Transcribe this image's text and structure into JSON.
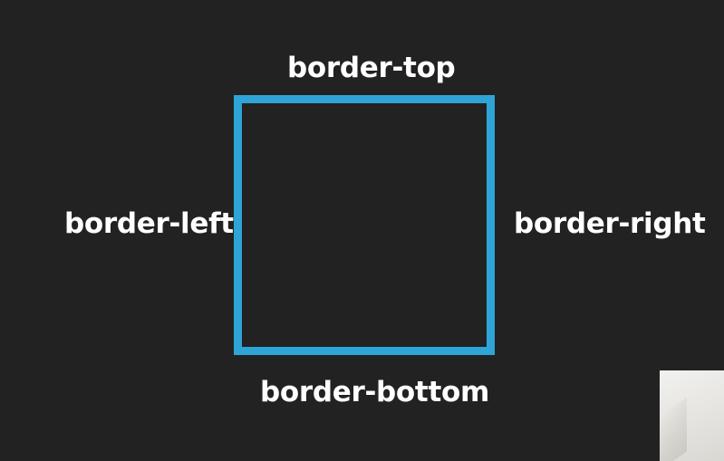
{
  "labels": {
    "top": "border-top",
    "left": "border-left",
    "right": "border-right",
    "bottom": "border-bottom"
  },
  "colors": {
    "background": "#222222",
    "box_border": "#2fa4d6",
    "text": "#ffffff"
  }
}
